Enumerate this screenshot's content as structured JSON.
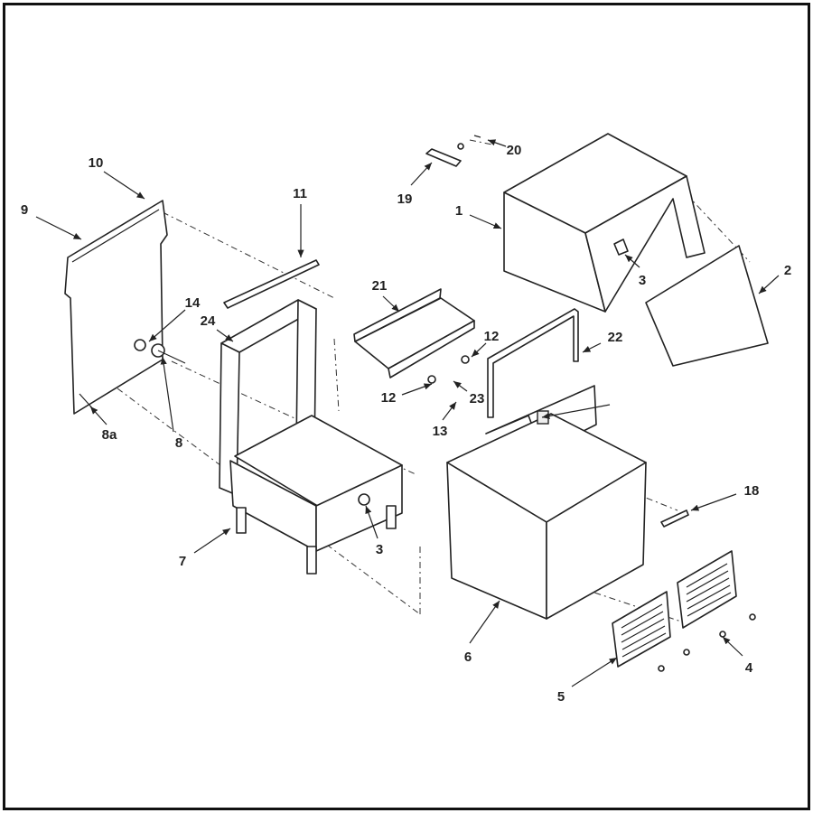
{
  "title": "Exploded parts diagram - cabinet assembly",
  "callouts": [
    "1",
    "2",
    "3",
    "3",
    "4",
    "5",
    "6",
    "7",
    "8",
    "8a",
    "9",
    "10",
    "11",
    "12",
    "12",
    "13",
    "14",
    "18",
    "19",
    "20",
    "21",
    "22",
    "23",
    "24"
  ],
  "colors": {
    "line": "#222222",
    "background": "#ffffff",
    "frame": "#111111"
  }
}
